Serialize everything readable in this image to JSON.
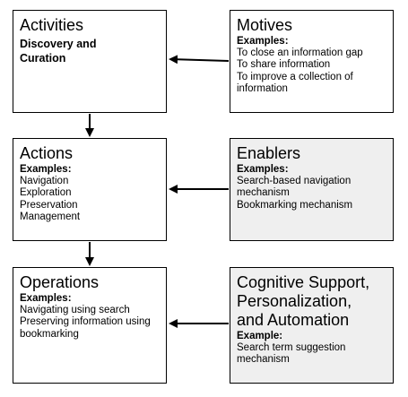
{
  "activities": {
    "title": "Activities",
    "subtitle_line1": "Discovery and",
    "subtitle_line2": "Curation"
  },
  "motives": {
    "title": "Motives",
    "label": "Examples:",
    "items": [
      "To close an information gap",
      "To share information",
      "To improve a collection of",
      "information"
    ]
  },
  "actions": {
    "title": "Actions",
    "label": "Examples:",
    "items": [
      "Navigation",
      "Exploration",
      "Preservation",
      "Management"
    ]
  },
  "enablers": {
    "title": "Enablers",
    "label": "Examples:",
    "items": [
      "Search-based navigation",
      "mechanism",
      "Bookmarking mechanism"
    ]
  },
  "operations": {
    "title": "Operations",
    "label": "Examples:",
    "items": [
      "Navigating using search",
      "Preserving information using",
      "bookmarking"
    ]
  },
  "cognitive": {
    "title_lines": [
      "Cognitive Support,",
      "Personalization,",
      "and Automation"
    ],
    "label": "Example:",
    "items": [
      "Search term suggestion",
      "mechanism"
    ]
  },
  "colors": {
    "shaded_box": "#efefef",
    "border": "#000000"
  }
}
